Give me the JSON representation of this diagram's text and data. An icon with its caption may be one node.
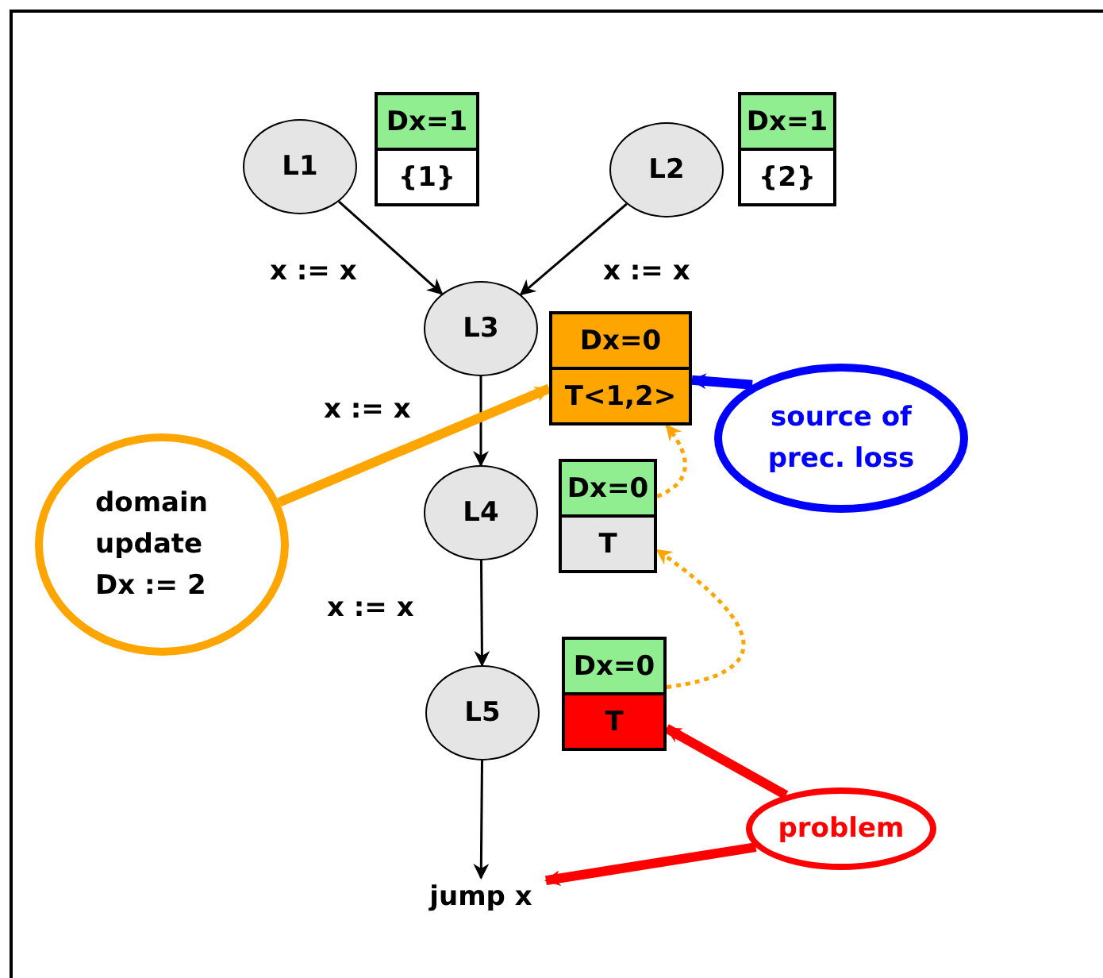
{
  "diagram": {
    "nodes": [
      {
        "text": [
          "L1"
        ]
      },
      {
        "text": [
          "Dx=1",
          "{1}"
        ]
      },
      {
        "text": [
          "L2"
        ]
      },
      {
        "text": [
          "Dx=1",
          "{2}"
        ]
      },
      {
        "text": [
          "L3"
        ]
      },
      {
        "text": [
          "Dx=0",
          "T<1,2>"
        ]
      },
      {
        "text": [
          "L4"
        ]
      },
      {
        "text": [
          "Dx=0",
          "T"
        ]
      },
      {
        "text": [
          "L5"
        ]
      },
      {
        "text": [
          "Dx=0",
          "T"
        ]
      },
      {
        "text": [
          "jump x"
        ]
      },
      {
        "text": [
          "domain update Dx := 2"
        ]
      },
      {
        "text": [
          "source of prec. loss"
        ]
      },
      {
        "text": [
          "problem"
        ]
      }
    ],
    "edges": [
      {
        "from": 0,
        "to": 4,
        "arrow": "to",
        "label": "x := x"
      },
      {
        "from": 2,
        "to": 4,
        "arrow": "to",
        "label": "x := x"
      },
      {
        "from": 4,
        "to": 6,
        "arrow": "to",
        "label": "x := x"
      },
      {
        "from": 6,
        "to": 8,
        "arrow": "to",
        "label": "x := x"
      },
      {
        "from": 8,
        "to": 10,
        "arrow": "to"
      },
      {
        "from": 11,
        "to": 5,
        "arrow": "to",
        "style": "thick",
        "color": "#ffa500"
      },
      {
        "from": 12,
        "to": 5,
        "arrow": "to",
        "style": "thick",
        "color": "#0000ff"
      },
      {
        "from": 7,
        "to": 5,
        "arrow": "to",
        "style": "dashed",
        "color": "#ffa500"
      },
      {
        "from": 9,
        "to": 7,
        "arrow": "to",
        "style": "dashed",
        "color": "#ffa500"
      },
      {
        "from": 13,
        "to": 9,
        "arrow": "to",
        "style": "thick",
        "color": "#ff0000"
      },
      {
        "from": 13,
        "to": 10,
        "arrow": "to",
        "style": "thick",
        "color": "#ff0000"
      }
    ]
  }
}
